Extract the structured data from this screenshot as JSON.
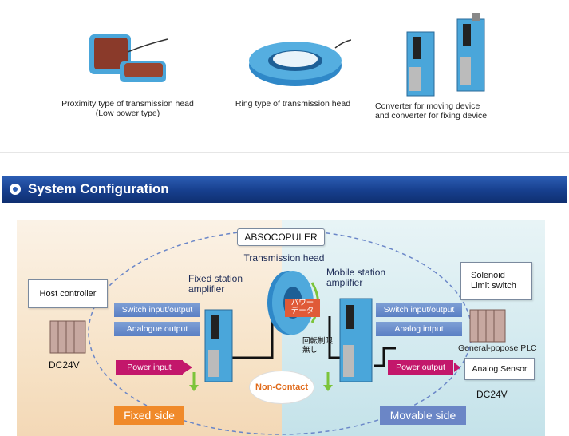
{
  "products": {
    "captions": [
      {
        "line1": "Proximity type of transmission head",
        "line2": "(Low power type)"
      },
      {
        "line1": "Ring type of transmission head",
        "line2": ""
      },
      {
        "line1": "Converter for moving device",
        "line2": "and converter for fixing device"
      }
    ]
  },
  "section": {
    "title": "System Configuration"
  },
  "diagram": {
    "absocoupler": "ABSOCOPULER",
    "transmission_head": "Transmission head",
    "fixed_amp": [
      "Fixed station",
      "amplifier"
    ],
    "mobile_amp": [
      "Mobile station",
      "amplifier"
    ],
    "host_controller": "Host controller",
    "solenoid": [
      "Solenoid",
      "Limit switch"
    ],
    "plc": "General-popose PLC",
    "analog_sensor": "Analog Sensor",
    "dc24v_left": "DC24V",
    "dc24v_right": "DC24V",
    "left_tags": {
      "switch": "Switch input/output",
      "analogue": "Analogue output",
      "power": "Power input"
    },
    "right_tags": {
      "switch": "Switch input/output",
      "analog": "Analog intput",
      "power": "Power output"
    },
    "power_data": [
      "パワー",
      "データ"
    ],
    "rotation": [
      "回転制限",
      "無し"
    ],
    "non_contact": "Non-Contact",
    "fixed_side": "Fixed side",
    "movable_side": "Movable side",
    "colors": {
      "header": "#173f8e",
      "magenta": "#c3176b",
      "fixed": "#f08a2a",
      "movable": "#6b86c6"
    }
  }
}
